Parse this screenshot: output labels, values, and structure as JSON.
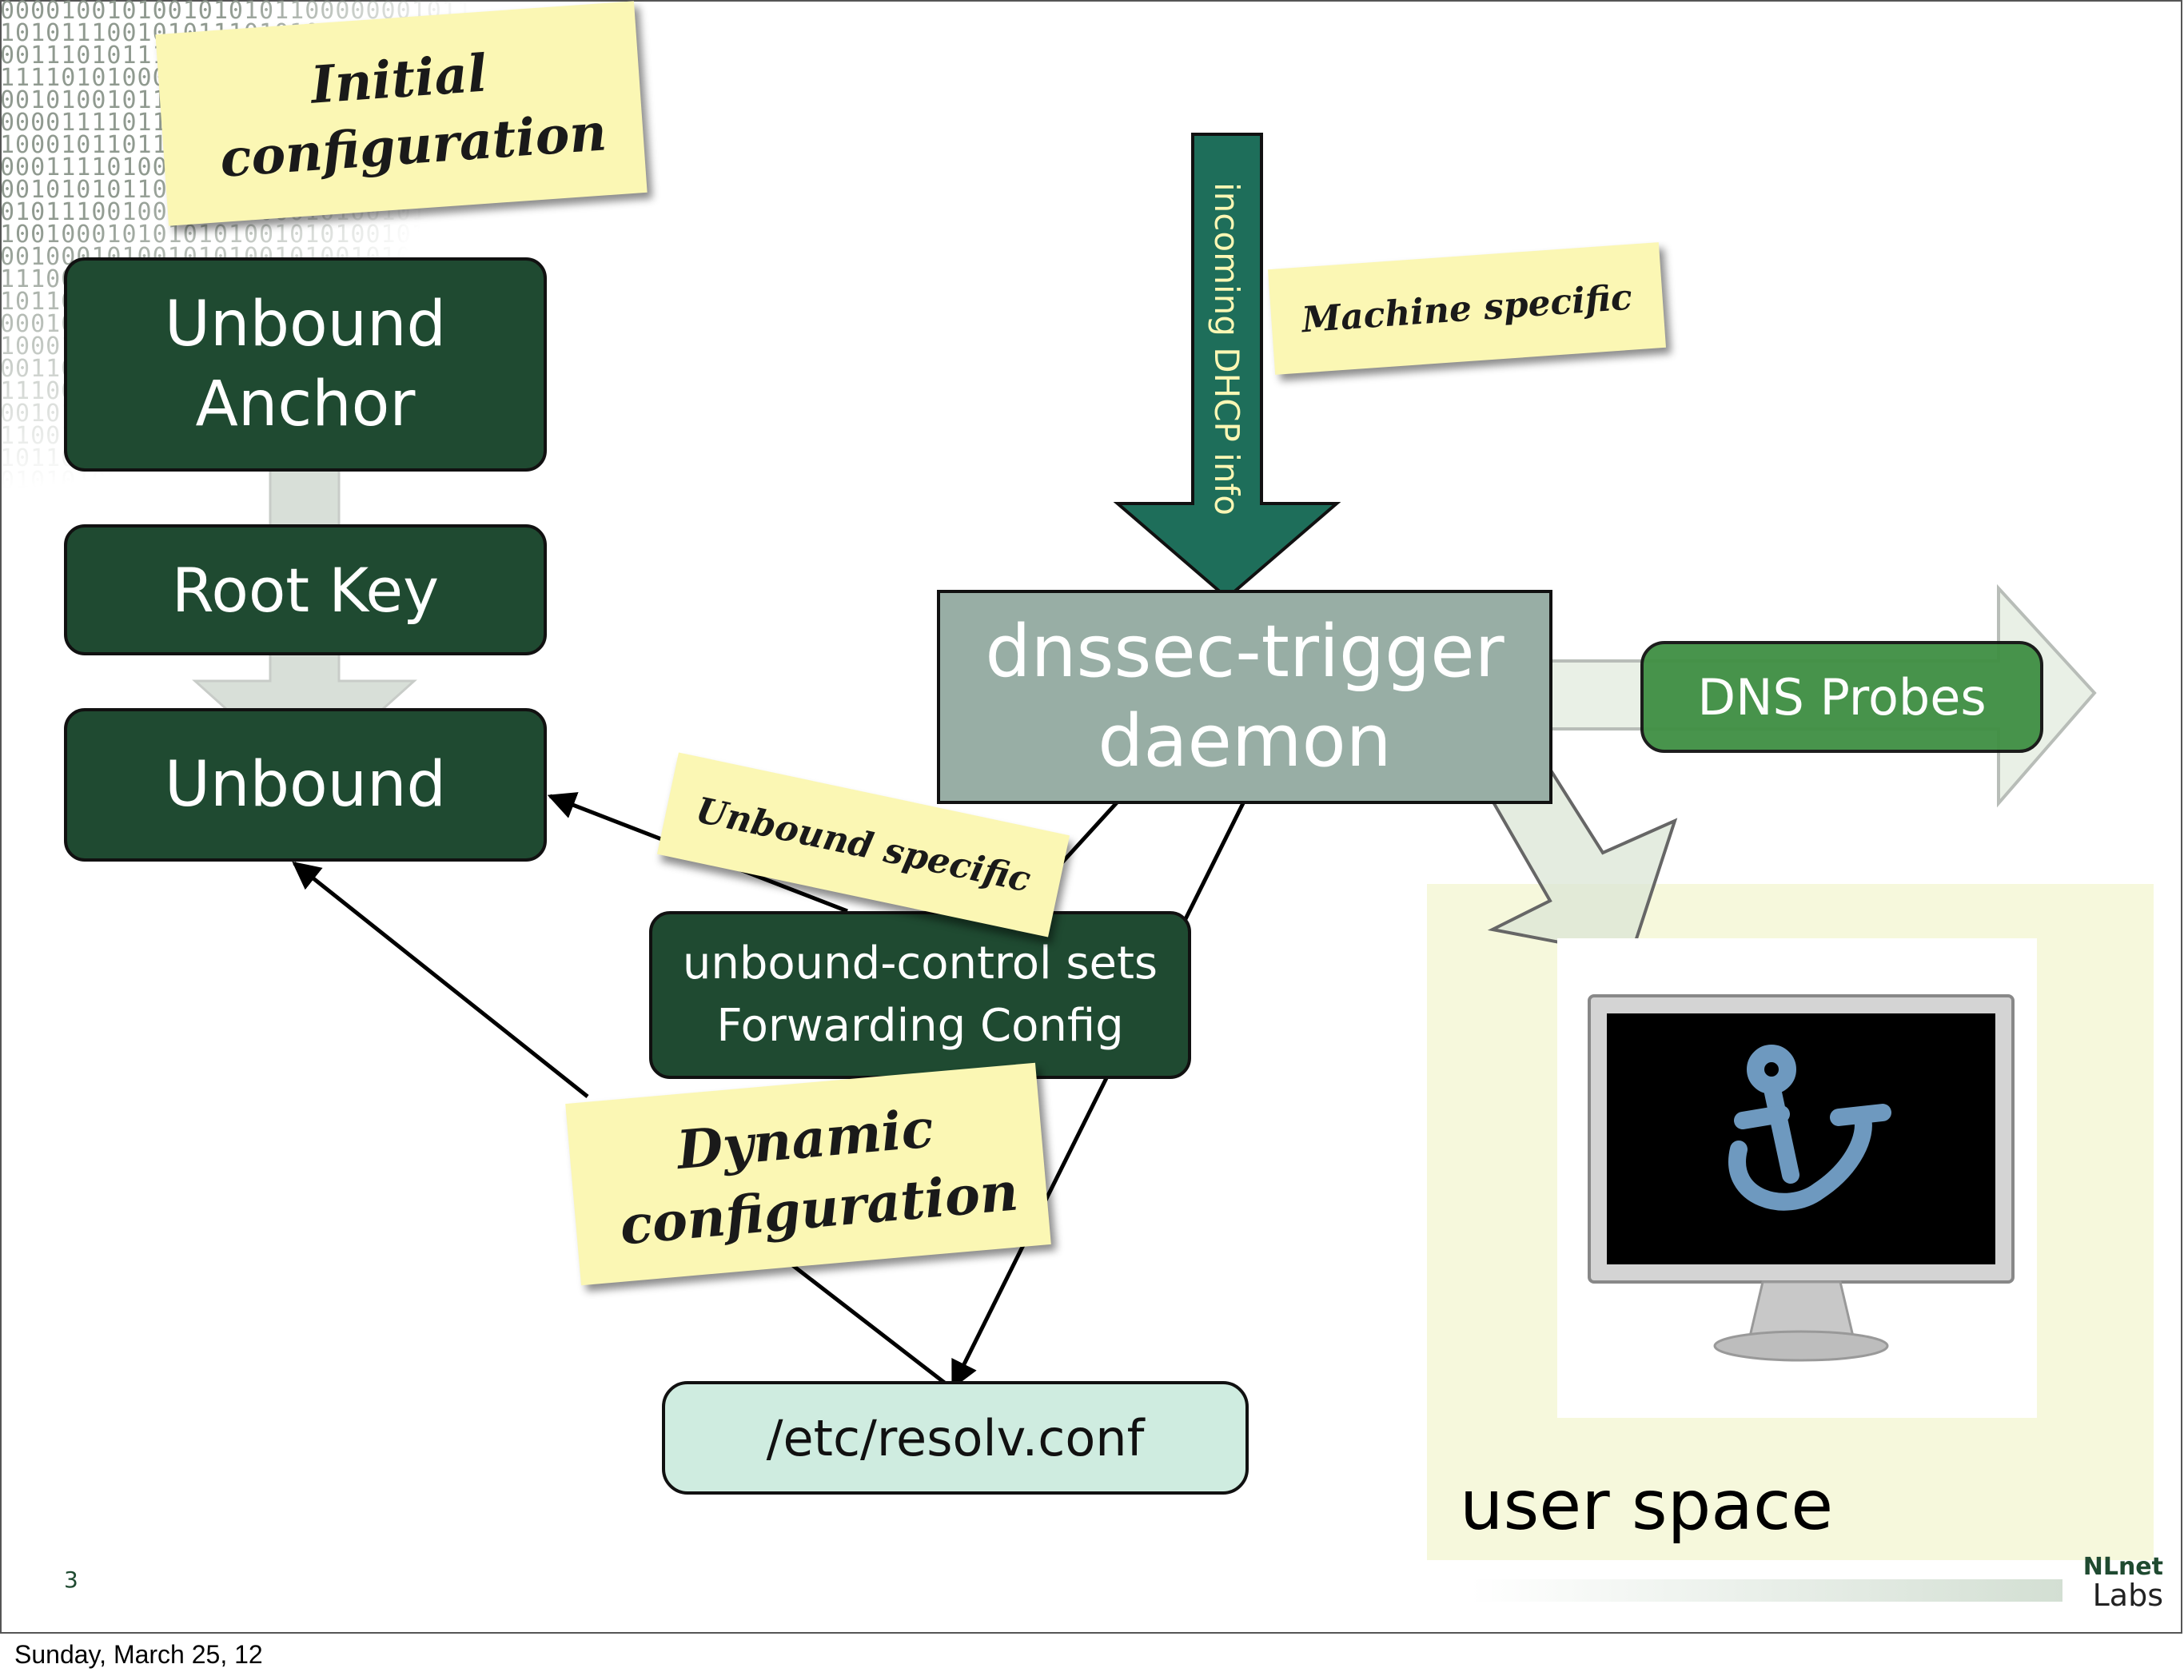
{
  "slide": {
    "page_number": "3",
    "footer_date": "Sunday, March 25, 12"
  },
  "notes": {
    "initial": "Initial configuration",
    "machine": "Machine specific",
    "unbound_specific": "Unbound specific",
    "dynamic": "Dynamic configuration"
  },
  "boxes": {
    "anchor_line1": "Unbound",
    "anchor_line2": "Anchor",
    "root_key": "Root Key",
    "unbound": "Unbound",
    "daemon_line1": "dnssec-trigger",
    "daemon_line2": "daemon",
    "dns_probes": "DNS Probes",
    "control_line1": "unbound-control sets",
    "control_line2": "Forwarding Config",
    "resolv": "/etc/resolv.conf"
  },
  "arrows": {
    "dhcp_label": "incoming DHCP info"
  },
  "user_space": {
    "label": "user space"
  },
  "logo": {
    "line1": "NLnet",
    "line2": "Labs"
  },
  "colors": {
    "dark_green_box": "#1f4a31",
    "daemon_box": "#98aea5",
    "dns_probes_box": "#3f8f43",
    "resolv_box": "#cfece0",
    "sticky_note": "#fbf7b4",
    "user_space_bg": "#f6f8dc",
    "dhcp_arrow": "#1e6e5a"
  },
  "icons": {
    "monitor": "monitor-with-anchor-icon",
    "anchor": "anchor-icon"
  }
}
